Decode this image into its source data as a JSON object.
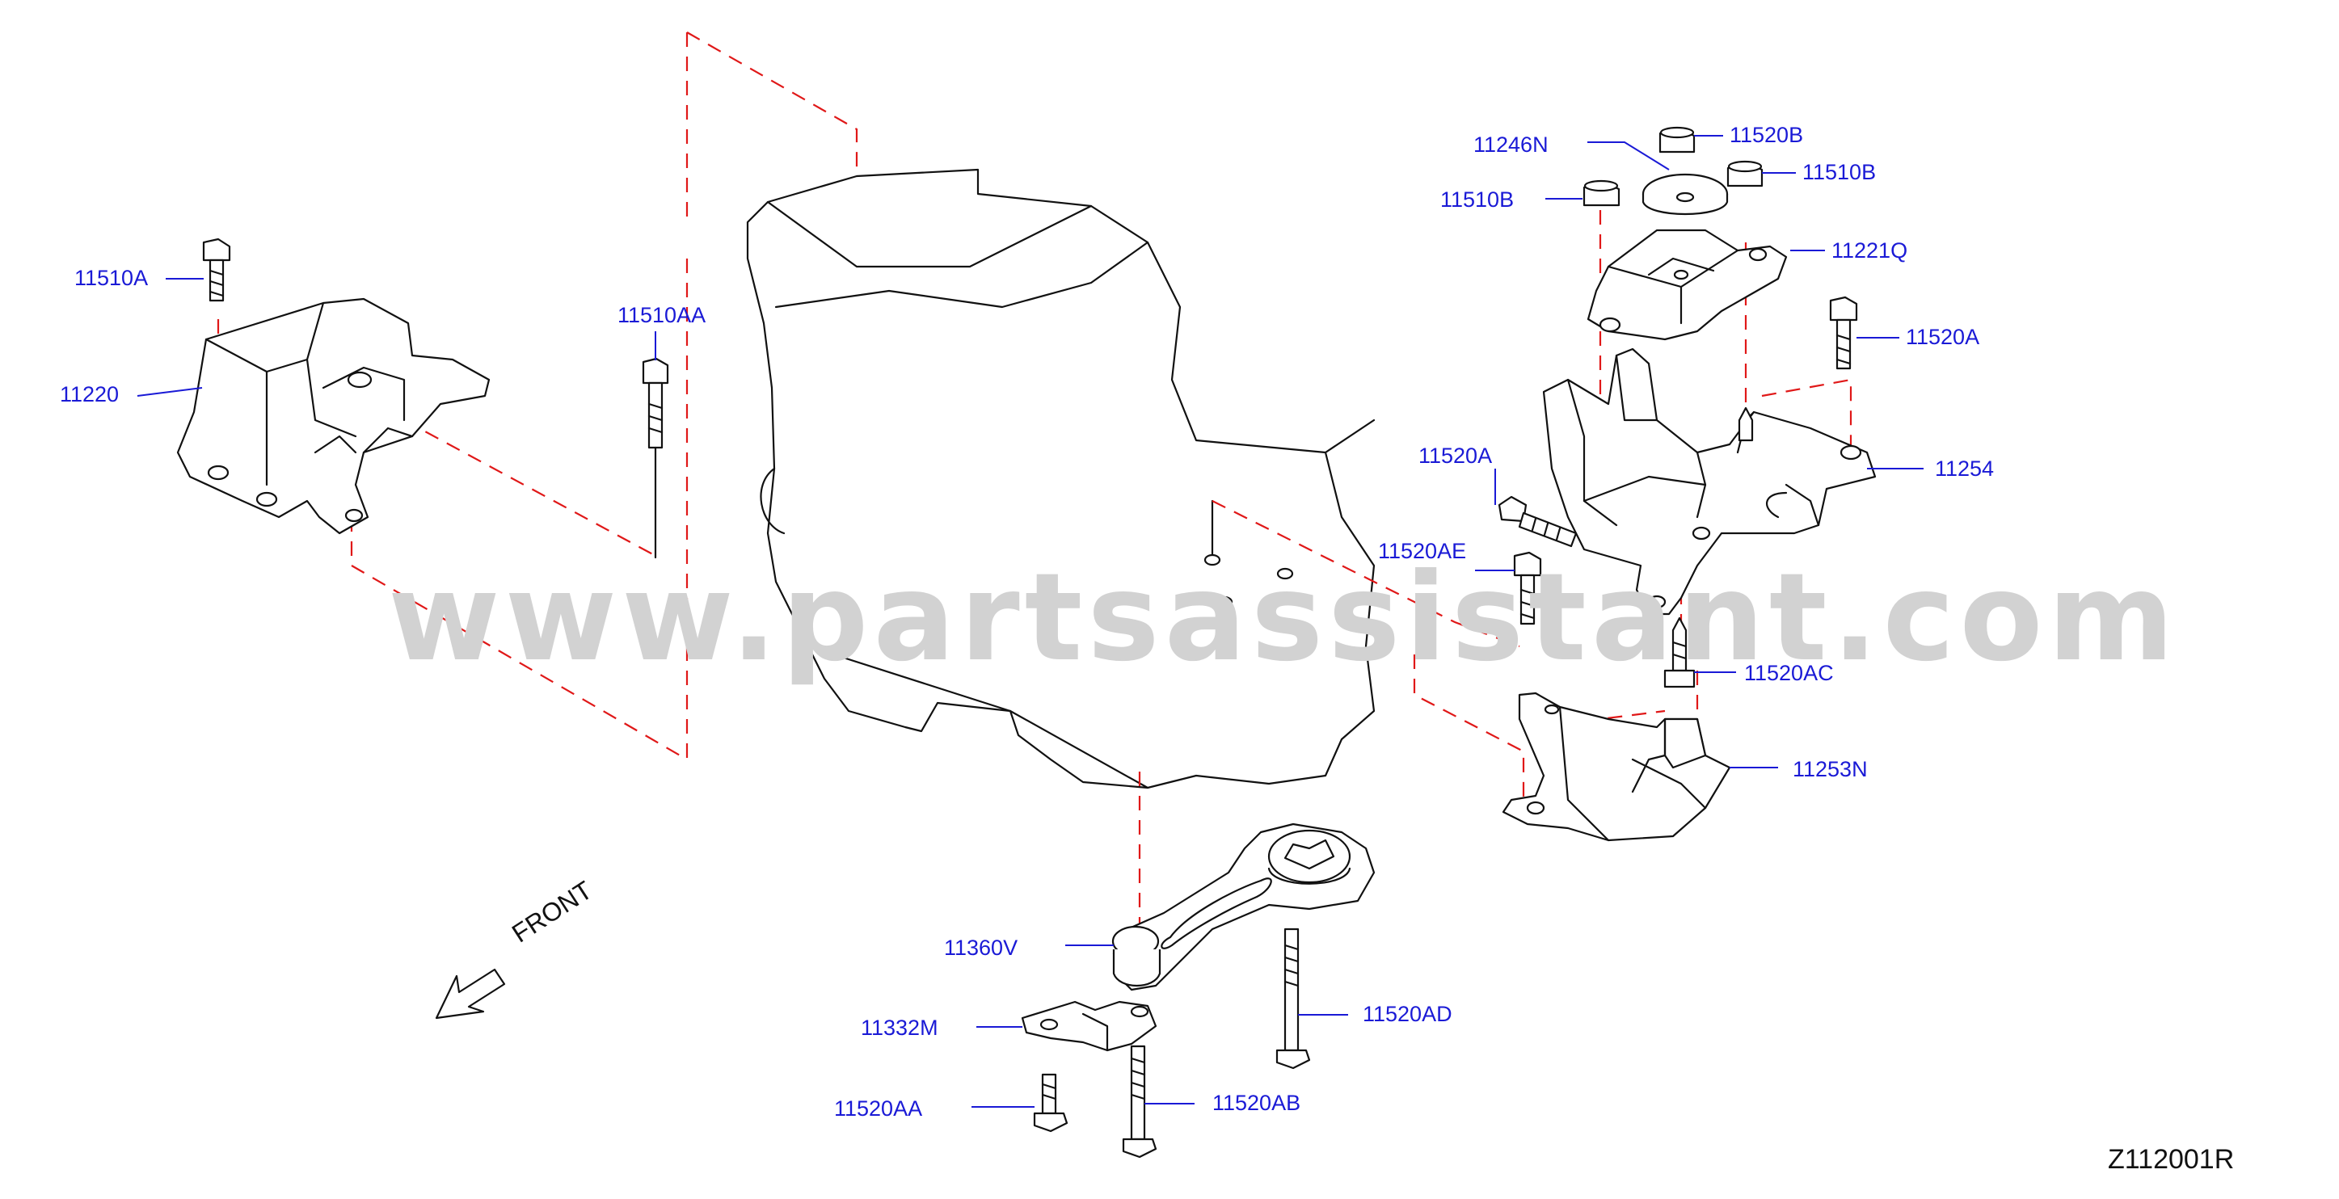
{
  "diagram": {
    "watermark": "www.partsassistant.com",
    "front_label": "FRONT",
    "diagram_code": "Z112001R",
    "callouts": [
      {
        "id": "11510A"
      },
      {
        "id": "11220"
      },
      {
        "id": "11510AA"
      },
      {
        "id": "11246N"
      },
      {
        "id": "11520B"
      },
      {
        "id": "11510B_left",
        "text": "11510B"
      },
      {
        "id": "11510B_right",
        "text": "11510B"
      },
      {
        "id": "11221Q"
      },
      {
        "id": "11520A_top",
        "text": "11520A"
      },
      {
        "id": "11520A_mid",
        "text": "11520A"
      },
      {
        "id": "11254"
      },
      {
        "id": "11520AE"
      },
      {
        "id": "11520AC"
      },
      {
        "id": "11253N"
      },
      {
        "id": "11360V"
      },
      {
        "id": "11332M"
      },
      {
        "id": "11520AD"
      },
      {
        "id": "11520AA"
      },
      {
        "id": "11520AB"
      }
    ]
  },
  "labels": {
    "l1": "11510A",
    "l2": "11220",
    "l3": "11510AA",
    "l4": "11246N",
    "l5": "11520B",
    "l6": "11510B",
    "l7": "11510B",
    "l8": "11221Q",
    "l9": "11520A",
    "l10": "11520A",
    "l11": "11254",
    "l12": "11520AE",
    "l13": "11520AC",
    "l14": "11253N",
    "l15": "11360V",
    "l16": "11332M",
    "l17": "11520AD",
    "l18": "11520AA",
    "l19": "11520AB"
  },
  "colors": {
    "callout_text": "#1a1ad6",
    "dashed_line": "#e01818",
    "line_art": "#111111",
    "watermark": "#d2d2d2"
  }
}
